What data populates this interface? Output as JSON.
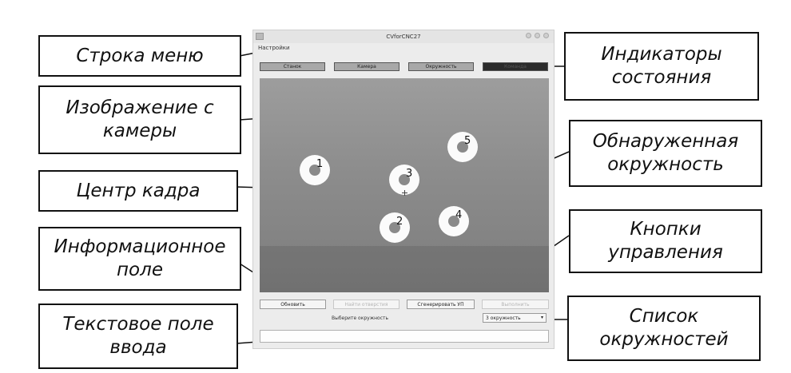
{
  "window": {
    "title": "CVforCNC27",
    "menu_label": "Настройки",
    "indicators": [
      "Станок",
      "Камера",
      "Окружность",
      "Команда"
    ],
    "circles": [
      "1",
      "2",
      "3",
      "4",
      "5"
    ],
    "buttons": {
      "refresh": "Обновить",
      "find_holes": "Найти отверстия",
      "generate": "Сгенерировать УП",
      "execute": "Выполнить"
    },
    "info_text": "Выберите окружность",
    "circle_select_value": "3 окружность",
    "text_input_value": ""
  },
  "callouts": {
    "menu_bar": "Строка меню",
    "camera_image": "Изображение с\nкамеры",
    "frame_center": "Центр кадра",
    "info_field": "Информационное\nполе",
    "text_input": "Текстовое поле\nввода",
    "status_indicators": "Индикаторы\nсостояния",
    "detected_circle": "Обнаруженная\nокружность",
    "control_buttons": "Кнопки\nуправления",
    "circle_list": "Список\nокружностей"
  },
  "icons": {
    "window_controls": "window-controls-icon",
    "dropdown": "chevron-down-icon",
    "crosshair": "crosshair-icon"
  }
}
